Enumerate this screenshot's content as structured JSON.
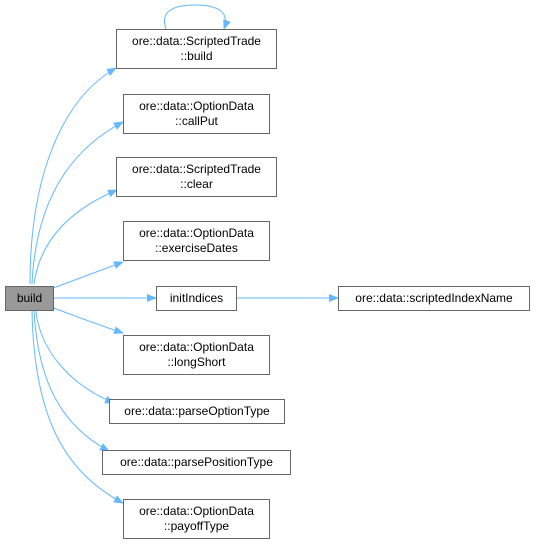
{
  "colors": {
    "edge": "#63b8ff",
    "node_border": "#666666",
    "node_fill": "#ffffff",
    "root_fill": "#999999"
  },
  "nodes": {
    "build": {
      "lines": [
        "build"
      ]
    },
    "scripted_build": {
      "lines": [
        "ore::data::ScriptedTrade",
        "::build"
      ]
    },
    "callput": {
      "lines": [
        "ore::data::OptionData",
        "::callPut"
      ]
    },
    "clear": {
      "lines": [
        "ore::data::ScriptedTrade",
        "::clear"
      ]
    },
    "exercise_dates": {
      "lines": [
        "ore::data::OptionData",
        "::exerciseDates"
      ]
    },
    "init_indices": {
      "lines": [
        "initIndices"
      ]
    },
    "scripted_index_name": {
      "lines": [
        "ore::data::scriptedIndexName"
      ]
    },
    "long_short": {
      "lines": [
        "ore::data::OptionData",
        "::longShort"
      ]
    },
    "parse_option_type": {
      "lines": [
        "ore::data::parseOptionType"
      ]
    },
    "parse_position_type": {
      "lines": [
        "ore::data::parsePositionType"
      ]
    },
    "payoff_type": {
      "lines": [
        "ore::data::OptionData",
        "::payoffType"
      ]
    }
  }
}
